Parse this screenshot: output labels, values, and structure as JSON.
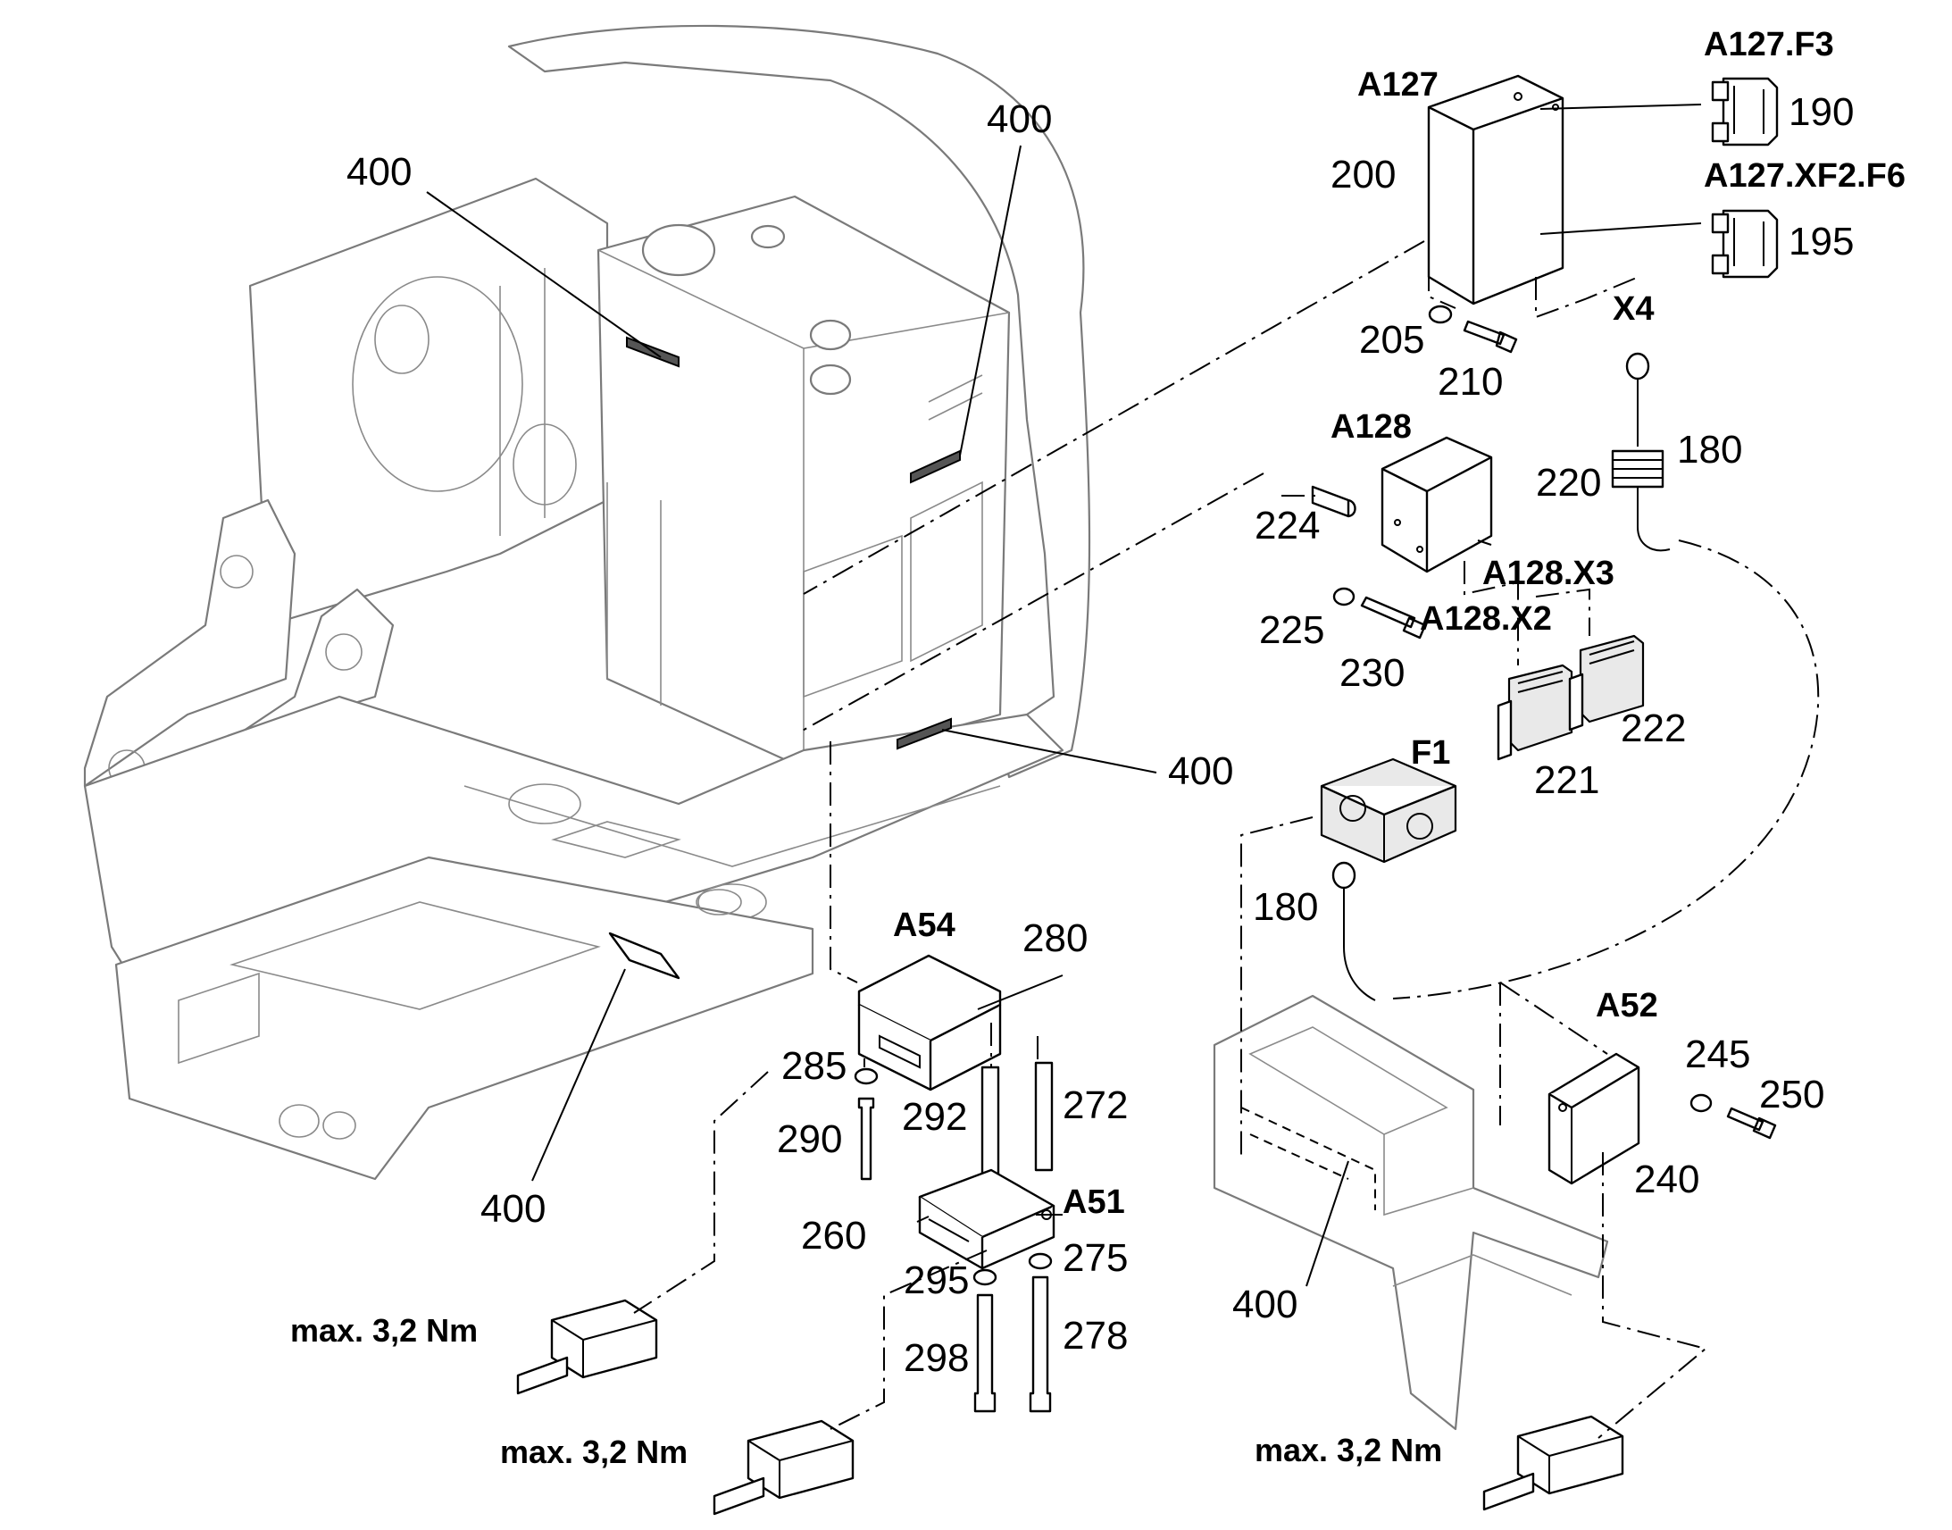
{
  "references": {
    "A127": "A127",
    "A127_F3": "A127.F3",
    "A127_XF2_F6": "A127.XF2.F6",
    "X4": "X4",
    "A128": "A128",
    "A128_X3": "A128.X3",
    "A128_X2": "A128.X2",
    "F1": "F1",
    "A54": "A54",
    "A52": "A52",
    "A51": "A51"
  },
  "numbers": {
    "n400_a": "400",
    "n400_b": "400",
    "n400_c": "400",
    "n400_d": "400",
    "n400_e": "400",
    "n200": "200",
    "n190": "190",
    "n195": "195",
    "n205": "205",
    "n210": "210",
    "n180_a": "180",
    "n180_b": "180",
    "n220": "220",
    "n224": "224",
    "n225": "225",
    "n230": "230",
    "n221": "221",
    "n222": "222",
    "n280": "280",
    "n285": "285",
    "n290": "290",
    "n292": "292",
    "n272": "272",
    "n260": "260",
    "n295": "295",
    "n275": "275",
    "n298": "298",
    "n278": "278",
    "n245": "245",
    "n250": "250",
    "n240": "240"
  },
  "torque": {
    "left": "max. 3,2 Nm",
    "middle": "max. 3,2 Nm",
    "right": "max. 3,2 Nm"
  }
}
